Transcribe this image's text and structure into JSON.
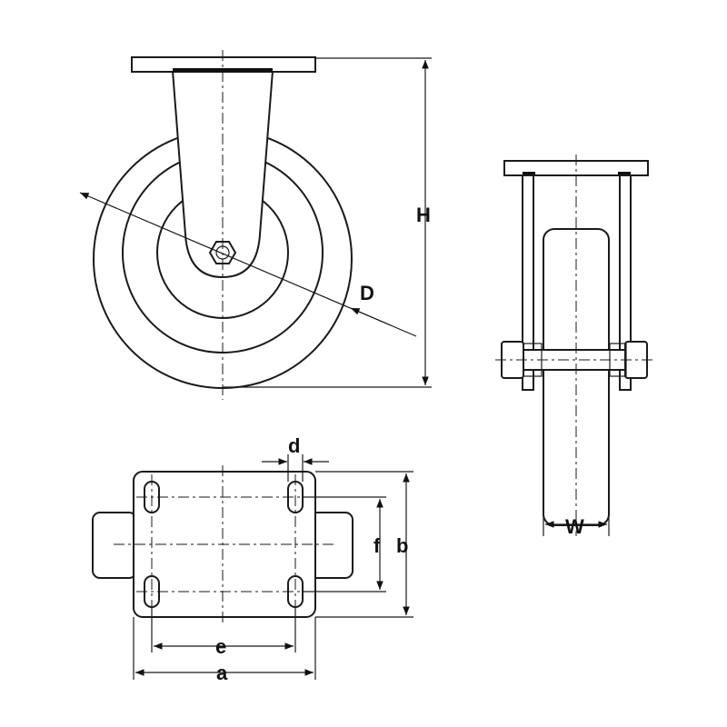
{
  "labels": {
    "H": "H",
    "D": "D",
    "W": "W",
    "d": "d",
    "e": "e",
    "f": "f",
    "a": "a",
    "b": "b"
  },
  "colors": {
    "line": "#1a1a1a",
    "background": "#ffffff",
    "text": "#111111"
  }
}
